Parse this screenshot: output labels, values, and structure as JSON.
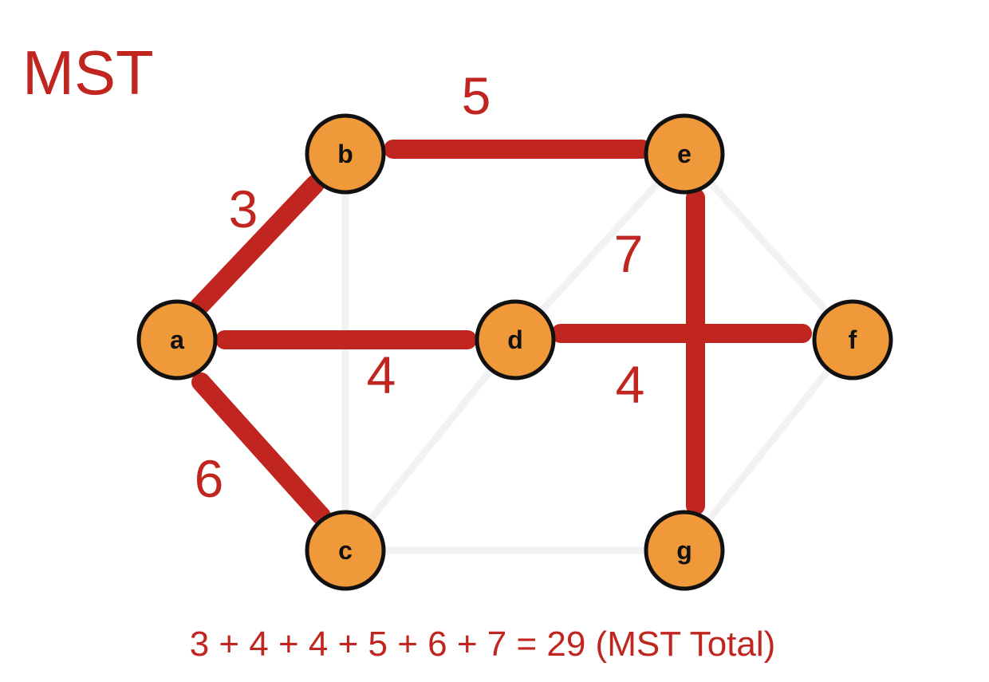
{
  "title": "MST",
  "total_text": "3 + 4 + 4 + 5 + 6 + 7 = 29 (MST Total)",
  "colors": {
    "node_fill": "#f0993a",
    "node_stroke": "#111111",
    "mst_edge": "#c0261f",
    "faint_edge": "#f2f2f2",
    "text": "#c0261f"
  },
  "nodes": [
    {
      "id": "a",
      "label": "a"
    },
    {
      "id": "b",
      "label": "b"
    },
    {
      "id": "c",
      "label": "c"
    },
    {
      "id": "d",
      "label": "d"
    },
    {
      "id": "e",
      "label": "e"
    },
    {
      "id": "f",
      "label": "f"
    },
    {
      "id": "g",
      "label": "g"
    }
  ],
  "mst_edges": [
    {
      "from": "a",
      "to": "b",
      "weight": "3"
    },
    {
      "from": "a",
      "to": "d",
      "weight": "4"
    },
    {
      "from": "d",
      "to": "f",
      "weight": "4"
    },
    {
      "from": "b",
      "to": "e",
      "weight": "5"
    },
    {
      "from": "a",
      "to": "c",
      "weight": "6"
    },
    {
      "from": "e",
      "to": "g",
      "weight": "7"
    }
  ],
  "faint_edges": [
    {
      "from": "b",
      "to": "c"
    },
    {
      "from": "c",
      "to": "d"
    },
    {
      "from": "d",
      "to": "e"
    },
    {
      "from": "c",
      "to": "g"
    },
    {
      "from": "e",
      "to": "f"
    },
    {
      "from": "f",
      "to": "g"
    }
  ]
}
